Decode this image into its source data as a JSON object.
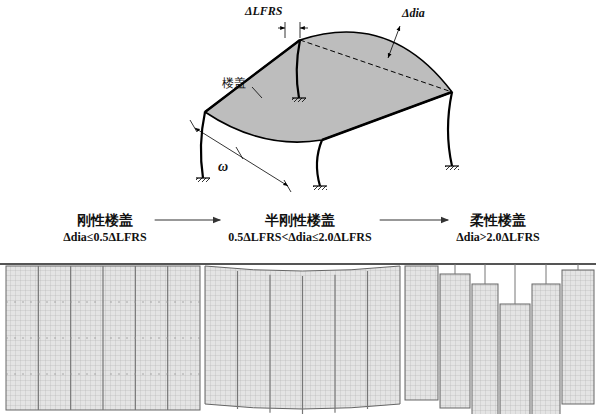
{
  "diagram": {
    "nodes": [
      {
        "text": [
          "刚性楼盖",
          "Δdia≤0.5ΔLFRS"
        ]
      },
      {
        "text": [
          "半刚性楼盖",
          "0.5ΔLFRS<Δdia≤2.0ΔLFRS"
        ]
      },
      {
        "text": [
          "柔性楼盖",
          "Δdia>2.0ΔLFRS"
        ]
      }
    ],
    "edges": [
      {
        "from": 0,
        "to": 1,
        "arrow": "to"
      },
      {
        "from": 1,
        "to": 2,
        "arrow": "to"
      }
    ],
    "labels": [
      "楼盖",
      "ΔLFRS",
      "Δdia",
      "ω"
    ]
  }
}
